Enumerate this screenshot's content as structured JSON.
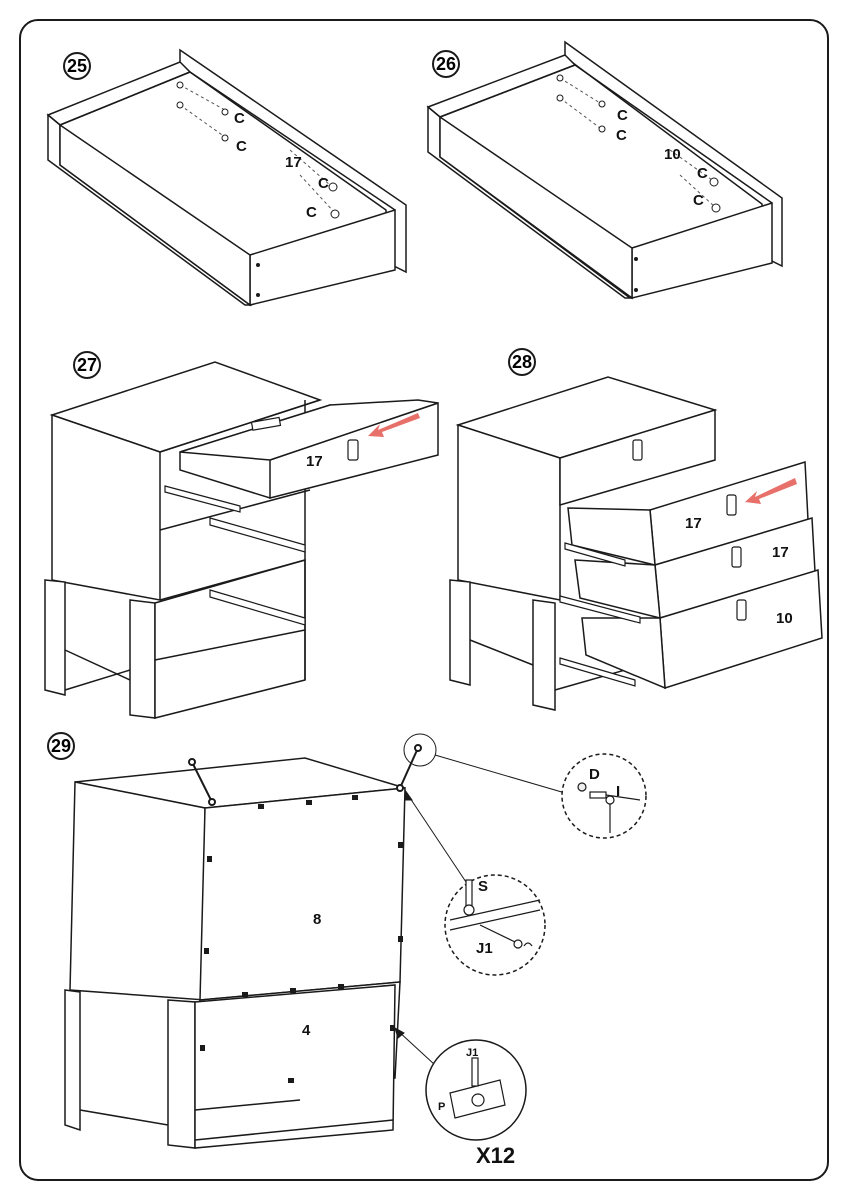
{
  "steps": [
    {
      "number": "25",
      "labels": {
        "c1": "C",
        "c2": "C",
        "c3": "C",
        "c4": "C",
        "part": "17"
      }
    },
    {
      "number": "26",
      "labels": {
        "c1": "C",
        "c2": "C",
        "c3": "C",
        "c4": "C",
        "part": "10"
      }
    },
    {
      "number": "27",
      "labels": {
        "drawer": "17"
      },
      "arrow_color": "#e8706a"
    },
    {
      "number": "28",
      "labels": {
        "drawer_top": "17",
        "drawer_mid": "17",
        "drawer_bottom": "10"
      },
      "arrow_color": "#e8706a"
    },
    {
      "number": "29",
      "labels": {
        "back_panel_top": "8",
        "back_panel_bottom": "4"
      },
      "callouts": {
        "bracket": {
          "d": "D",
          "i": "I"
        },
        "strap": {
          "s": "S",
          "j1": "J1"
        },
        "fastener": {
          "j1": "J1",
          "p": "P",
          "quantity": "X12"
        }
      }
    }
  ],
  "colors": {
    "line": "#1a1a1a",
    "arrow": "#e8706a",
    "dash": "#555555"
  }
}
